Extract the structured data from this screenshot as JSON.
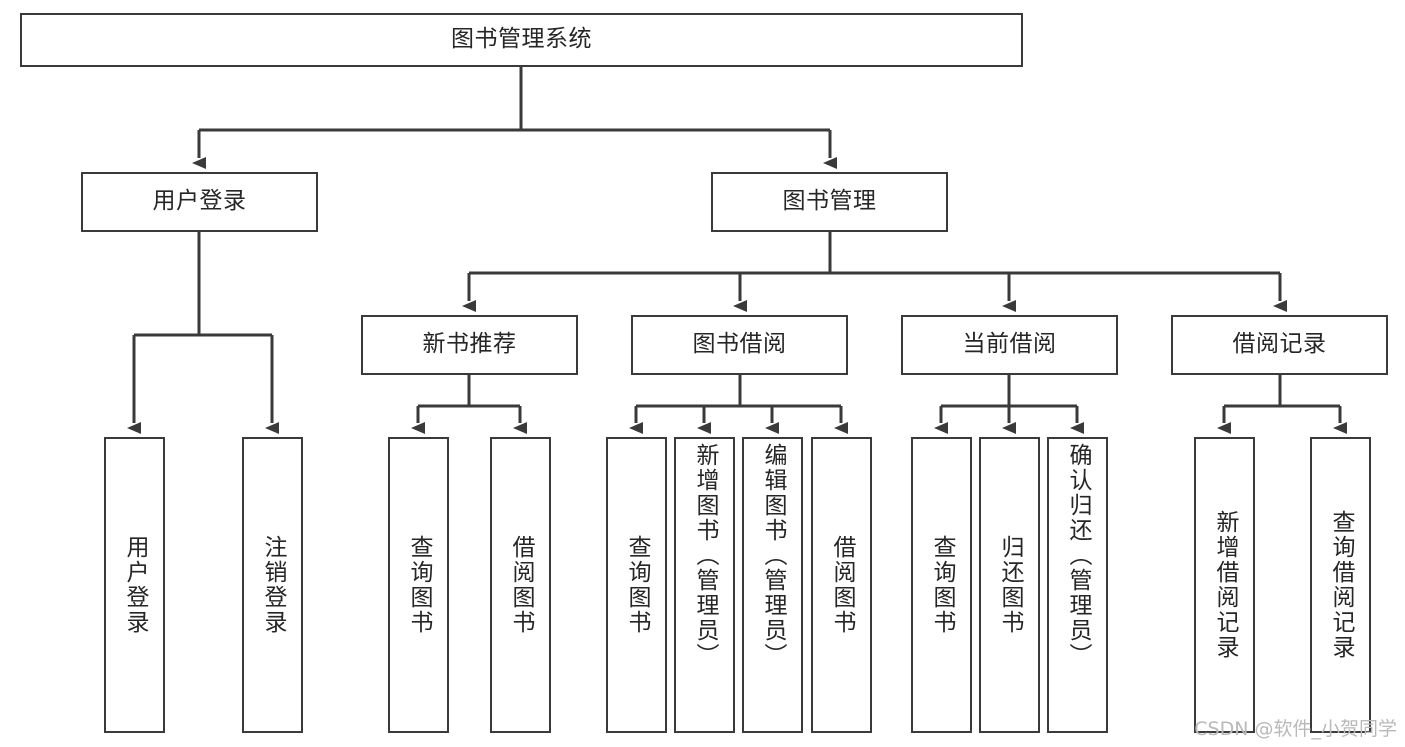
{
  "diagram": {
    "type": "tree",
    "title": "图书管理系统",
    "root": {
      "id": "root",
      "label": "图书管理系统"
    },
    "level2": [
      {
        "id": "user-login",
        "label": "用户登录"
      },
      {
        "id": "book-management",
        "label": "图书管理"
      }
    ],
    "level3": [
      {
        "id": "new-book-recommend",
        "label": "新书推荐",
        "parent": "book-management"
      },
      {
        "id": "book-borrow",
        "label": "图书借阅",
        "parent": "book-management"
      },
      {
        "id": "current-borrow",
        "label": "当前借阅",
        "parent": "book-management"
      },
      {
        "id": "borrow-record",
        "label": "借阅记录",
        "parent": "book-management"
      }
    ],
    "leaves": [
      {
        "id": "leaf-user-login",
        "label": "用户登录",
        "parent": "user-login"
      },
      {
        "id": "leaf-logout-login",
        "label": "注销登录",
        "parent": "user-login"
      },
      {
        "id": "leaf-query-book-1",
        "label": "查询图书",
        "parent": "new-book-recommend"
      },
      {
        "id": "leaf-borrow-book-1",
        "label": "借阅图书",
        "parent": "new-book-recommend"
      },
      {
        "id": "leaf-query-book-2",
        "label": "查询图书",
        "parent": "book-borrow"
      },
      {
        "id": "leaf-add-book",
        "label": "新增图书（管理员）",
        "parent": "book-borrow"
      },
      {
        "id": "leaf-edit-book",
        "label": "编辑图书（管理员）",
        "parent": "book-borrow"
      },
      {
        "id": "leaf-borrow-book-2",
        "label": "借阅图书",
        "parent": "book-borrow"
      },
      {
        "id": "leaf-query-book-3",
        "label": "查询图书",
        "parent": "current-borrow"
      },
      {
        "id": "leaf-return-book",
        "label": "归还图书",
        "parent": "current-borrow"
      },
      {
        "id": "leaf-confirm-return",
        "label": "确认归还（管理员）",
        "parent": "current-borrow"
      },
      {
        "id": "leaf-add-record",
        "label": "新增借阅记录",
        "parent": "borrow-record"
      },
      {
        "id": "leaf-query-record",
        "label": "查询借阅记录",
        "parent": "borrow-record"
      }
    ],
    "colors": {
      "box_border": "#3a3a3a",
      "box_fill": "#ffffff",
      "connector": "#3a3a3a",
      "text": "#262626",
      "watermark": "#b9b9b9",
      "background": "#ffffff"
    }
  },
  "watermark": {
    "text": "CSDN @软件_小贺同学"
  }
}
